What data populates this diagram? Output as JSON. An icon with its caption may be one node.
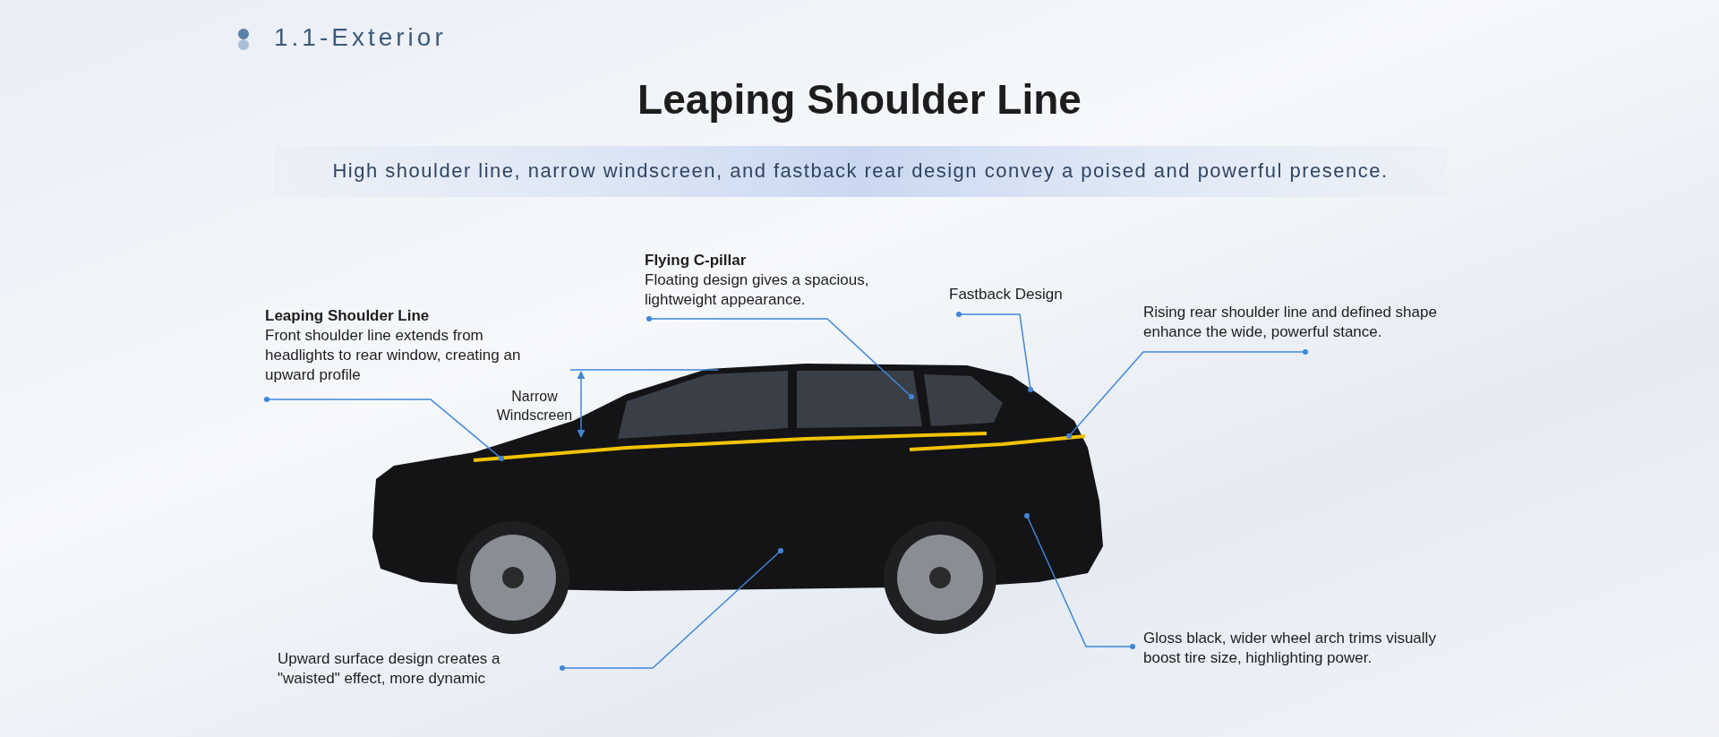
{
  "diagram": {
    "title": "Leaping Shoulder Line",
    "nodes": [
      {
        "text": [
          "Leaping Shoulder Line",
          "Front shoulder line extends from headlights to rear window, creating an upward profile"
        ]
      },
      {
        "text": [
          "Flying C-pillar",
          "Floating design gives a spacious, lightweight appearance."
        ]
      },
      {
        "text": [
          "Fastback Design"
        ]
      },
      {
        "text": [
          "Rising rear shoulder line and defined shape enhance the wide, powerful stance."
        ]
      },
      {
        "text": [
          "Upward surface design creates a \"waisted\" effect, more dynamic"
        ]
      },
      {
        "text": [
          "Gloss black, wider wheel arch trims visually boost tire size, highlighting power."
        ]
      }
    ],
    "edges": [
      {
        "from": 0,
        "to": null,
        "arrow": "other"
      },
      {
        "from": 1,
        "to": null,
        "arrow": "other"
      },
      {
        "from": 2,
        "to": null,
        "arrow": "other"
      },
      {
        "from": 3,
        "to": null,
        "arrow": "other"
      },
      {
        "from": 4,
        "to": null,
        "arrow": "other"
      },
      {
        "from": 5,
        "to": null,
        "arrow": "other"
      }
    ],
    "labels": [
      "1.1-Exterior",
      "High shoulder line, narrow windscreen, and fastback rear design convey a poised and powerful presence.",
      "Narrow Windscreen"
    ]
  }
}
